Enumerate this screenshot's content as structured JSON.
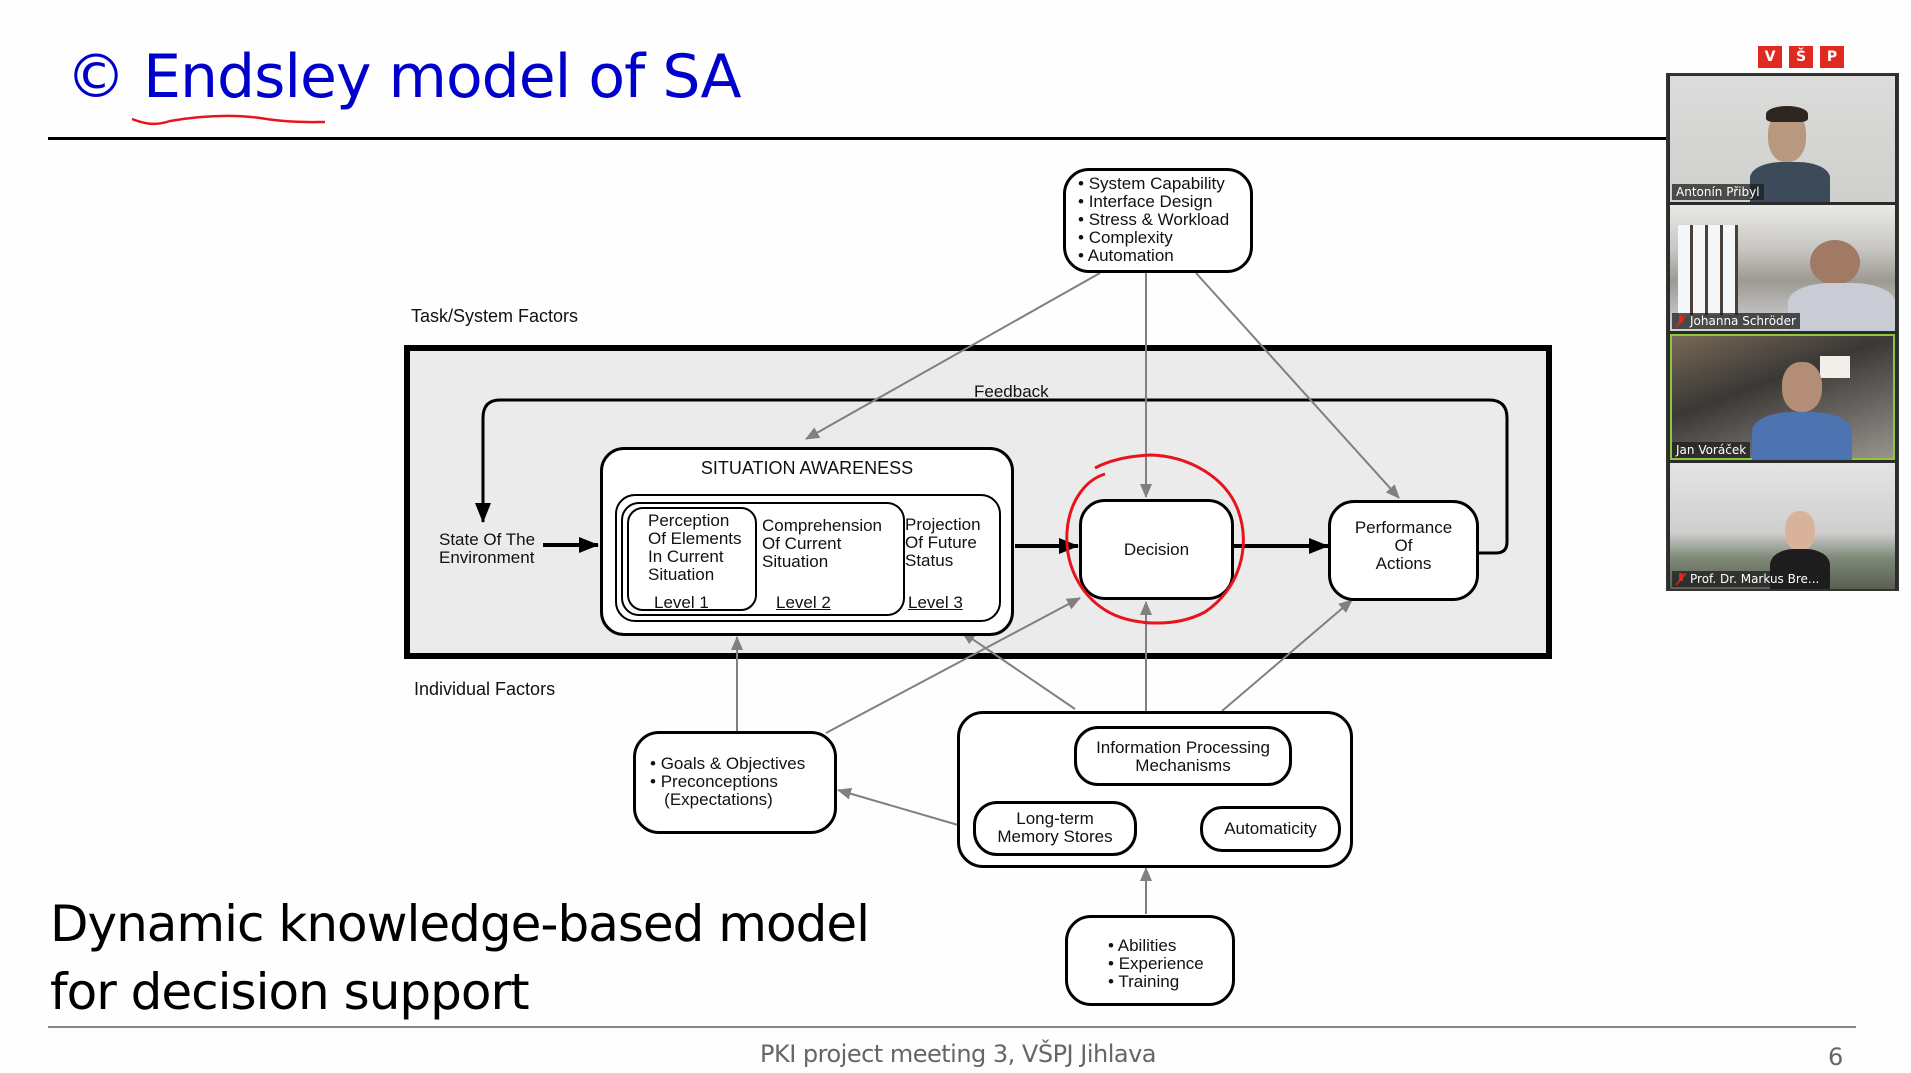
{
  "slide": {
    "title": "© Endsley model of SA",
    "subtitle_line1": "Dynamic knowledge-based model",
    "subtitle_line2": "for decision support",
    "footer": "PKI project  meeting 3, VŠPJ Jihlava",
    "page_number": "6"
  },
  "logo": {
    "letters": [
      "V",
      "Š",
      "P"
    ],
    "color": "#e02a20"
  },
  "diagram": {
    "task_system_factors_label": "Task/System Factors",
    "individual_factors_label": "Individual Factors",
    "feedback_label": "Feedback",
    "system_factors": [
      "System Capability",
      "Interface Design",
      "Stress & Workload",
      "Complexity",
      "Automation"
    ],
    "state_of_environment": [
      "State Of The",
      "Environment"
    ],
    "situation_awareness": {
      "title": "SITUATION AWARENESS",
      "level1": {
        "text": [
          "Perception",
          "Of Elements",
          "In Current",
          "Situation"
        ],
        "label": "Level 1"
      },
      "level2": {
        "text": [
          "Comprehension",
          "Of Current",
          "Situation"
        ],
        "label": "Level 2"
      },
      "level3": {
        "text": [
          "Projection",
          "Of Future",
          "Status"
        ],
        "label": "Level 3"
      }
    },
    "decision": "Decision",
    "performance": [
      "Performance",
      "Of",
      "Actions"
    ],
    "goals": [
      "Goals & Objectives",
      "Preconceptions",
      "(Expectations)"
    ],
    "info_processing": [
      "Information Processing",
      "Mechanisms"
    ],
    "long_term_memory": [
      "Long-term",
      "Memory Stores"
    ],
    "automaticity": "Automaticity",
    "abilities": [
      "Abilities",
      "Experience",
      "Training"
    ],
    "annotation_color": "#e8141c"
  },
  "video_call": {
    "participants": [
      {
        "name": "Antonín Přibyl",
        "muted": false,
        "active_speaker": false
      },
      {
        "name": "Johanna Schröder",
        "muted": true,
        "active_speaker": false
      },
      {
        "name": "Jan Voráček",
        "muted": false,
        "active_speaker": true
      },
      {
        "name": "Prof. Dr. Markus Bre...",
        "muted": true,
        "active_speaker": false
      }
    ],
    "active_speaker_color": "#8dc63f"
  }
}
